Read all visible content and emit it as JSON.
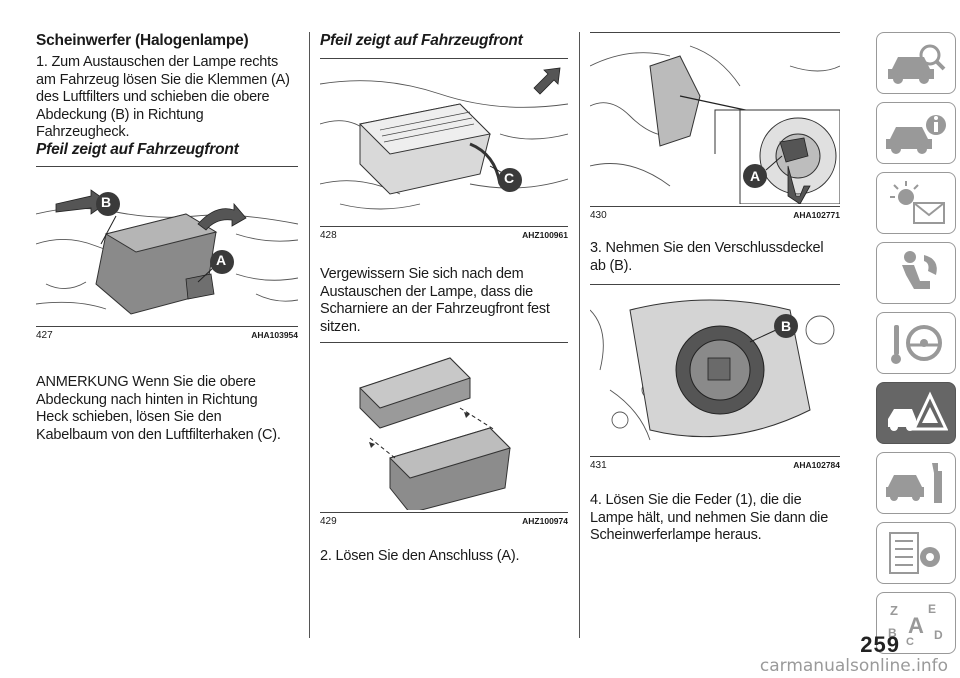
{
  "col1": {
    "heading": "Scheinwerfer (Halogenlampe)",
    "para1_lines": [
      "1. Zum Austauschen der Lampe rechts",
      "am Fahrzeug lösen Sie die Klemmen (A)",
      "des Luftfilters und schieben die obere",
      "Abdeckung (B) in Richtung",
      "Fahrzeugheck."
    ],
    "subheading": "Pfeil zeigt auf Fahrzeugfront",
    "fig427": {
      "num": "427",
      "code": "AHA103954",
      "label_b": "B",
      "label_a": "A"
    },
    "para2_lines": [
      "ANMERKUNG  Wenn Sie die obere",
      "Abdeckung nach hinten in Richtung",
      "Heck schieben, lösen Sie den",
      "Kabelbaum von den Luftfilterhaken (C)."
    ]
  },
  "col2": {
    "subheading": "Pfeil zeigt auf Fahrzeugfront",
    "fig428": {
      "num": "428",
      "code": "AHZ100961",
      "label_c": "C"
    },
    "para1_lines": [
      "Vergewissern Sie sich nach dem",
      "Austauschen der Lampe, dass die",
      "Scharniere an der Fahrzeugfront fest",
      "sitzen."
    ],
    "fig429": {
      "num": "429",
      "code": "AHZ100974"
    },
    "para2": "2. Lösen Sie den Anschluss (A)."
  },
  "col3": {
    "fig430": {
      "num": "430",
      "code": "AHA102771",
      "label_a": "A"
    },
    "para1_lines": [
      "3. Nehmen Sie den Verschlussdeckel",
      "ab (B)."
    ],
    "fig431": {
      "num": "431",
      "code": "AHA102784",
      "label_b": "B"
    },
    "para2_lines": [
      "4. Lösen Sie die Feder (1), die die",
      "Lampe hält, und nehmen Sie dann die",
      "Scheinwerferlampe heraus."
    ]
  },
  "page_number": "259",
  "watermark": "carmanualsonline.info",
  "tabs": [
    {
      "icon": "car-search-icon",
      "active": false
    },
    {
      "icon": "car-info-icon",
      "active": false
    },
    {
      "icon": "dashboard-lights-icon",
      "active": false
    },
    {
      "icon": "airbag-seat-icon",
      "active": false
    },
    {
      "icon": "steering-key-icon",
      "active": false
    },
    {
      "icon": "breakdown-warning-icon",
      "active": true
    },
    {
      "icon": "car-service-icon",
      "active": false
    },
    {
      "icon": "specs-gear-icon",
      "active": false
    },
    {
      "icon": "alphabet-index-icon",
      "active": false
    }
  ]
}
